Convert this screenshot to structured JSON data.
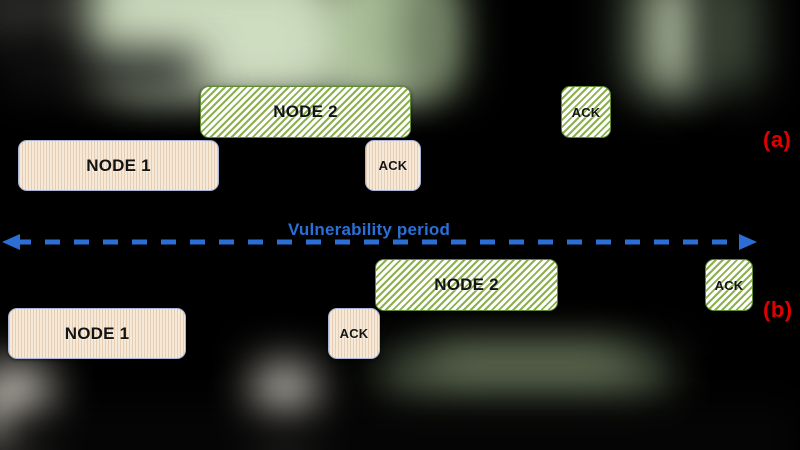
{
  "diagram": {
    "title": "Hidden node vulnerability period timing diagram",
    "colors": {
      "background": "#000000",
      "node1_fill": "#f7e9d8",
      "node1_border": "#a9b4d8",
      "node2_fill": "#ffffff",
      "node2_hatch": "#8db04f",
      "node2_border": "#5e8a33",
      "annotation_blue": "#2b6fd6",
      "panel_letter_red": "#e00000"
    },
    "panels": [
      {
        "letter": "(a)",
        "frames": [
          {
            "label": "NODE 1",
            "style": "cream"
          },
          {
            "label": "NODE 2",
            "style": "green"
          },
          {
            "label": "ACK",
            "style": "cream"
          },
          {
            "label": "ACK",
            "style": "green"
          }
        ]
      },
      {
        "letter": "(b)",
        "frames": [
          {
            "label": "NODE 1",
            "style": "cream"
          },
          {
            "label": "ACK",
            "style": "cream"
          },
          {
            "label": "NODE 2",
            "style": "green"
          },
          {
            "label": "ACK",
            "style": "green"
          }
        ]
      }
    ],
    "annotation": {
      "label": "Vulnerability period",
      "arrow": "double-headed-dashed-arrow"
    }
  }
}
